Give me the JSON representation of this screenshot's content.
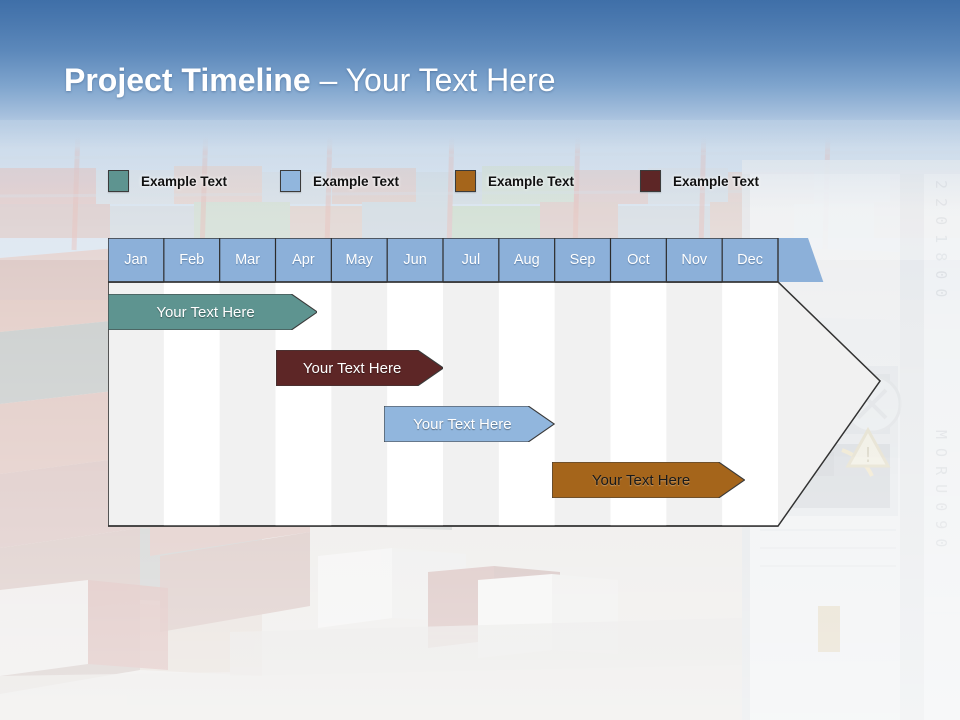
{
  "slide": {
    "title": {
      "strong": "Project Timeline",
      "dash": " – ",
      "light": "Your Text Here"
    },
    "background": {
      "name": "shipping-container-port-photo",
      "header_gradient_from": "#3f6fa8",
      "header_gradient_to": "#c9d8e9"
    }
  },
  "legend": {
    "items": [
      {
        "label": "Example Text",
        "color": "#5e9490",
        "x": 0
      },
      {
        "label": "Example Text",
        "color": "#91b6dd",
        "x": 172
      },
      {
        "label": "Example Text",
        "color": "#a5651b",
        "x": 347
      },
      {
        "label": "Example Text",
        "color": "#5d2626",
        "x": 532
      }
    ]
  },
  "chart_data": {
    "type": "bar",
    "title": "Project Timeline – Your Text Here",
    "xlabel": "",
    "ylabel": "",
    "orientation": "horizontal",
    "categories": [
      "Jan",
      "Feb",
      "Mar",
      "Apr",
      "May",
      "Jun",
      "Jul",
      "Aug",
      "Sep",
      "Oct",
      "Nov",
      "Dec"
    ],
    "xlim": [
      0,
      12
    ],
    "grid": true,
    "legend_position": "top",
    "header_fill": "#8cb0d9",
    "body_fill": "#f1f1f1",
    "stripe_fill": "#ffffff",
    "border_color": "#333333",
    "shape": "pentagon-arrow",
    "series": [
      {
        "name": "Example Text",
        "label": "Your  Text Here",
        "color": "#5e9490",
        "text_color": "light",
        "start_month": 0,
        "end_month": 3.75,
        "row": 0
      },
      {
        "name": "Example Text",
        "label": "Your  Text Here",
        "color": "#5d2626",
        "text_color": "light",
        "start_month": 3.0,
        "end_month": 6.0,
        "row": 1
      },
      {
        "name": "Example Text",
        "label": "Your  Text Here",
        "color": "#91b6dd",
        "text_color": "light",
        "start_month": 4.95,
        "end_month": 8.0,
        "row": 2
      },
      {
        "name": "Example Text",
        "label": "Your  Text Here",
        "color": "#a5651b",
        "text_color": "dark",
        "start_month": 7.95,
        "end_month": 11.4,
        "row": 3
      }
    ]
  }
}
